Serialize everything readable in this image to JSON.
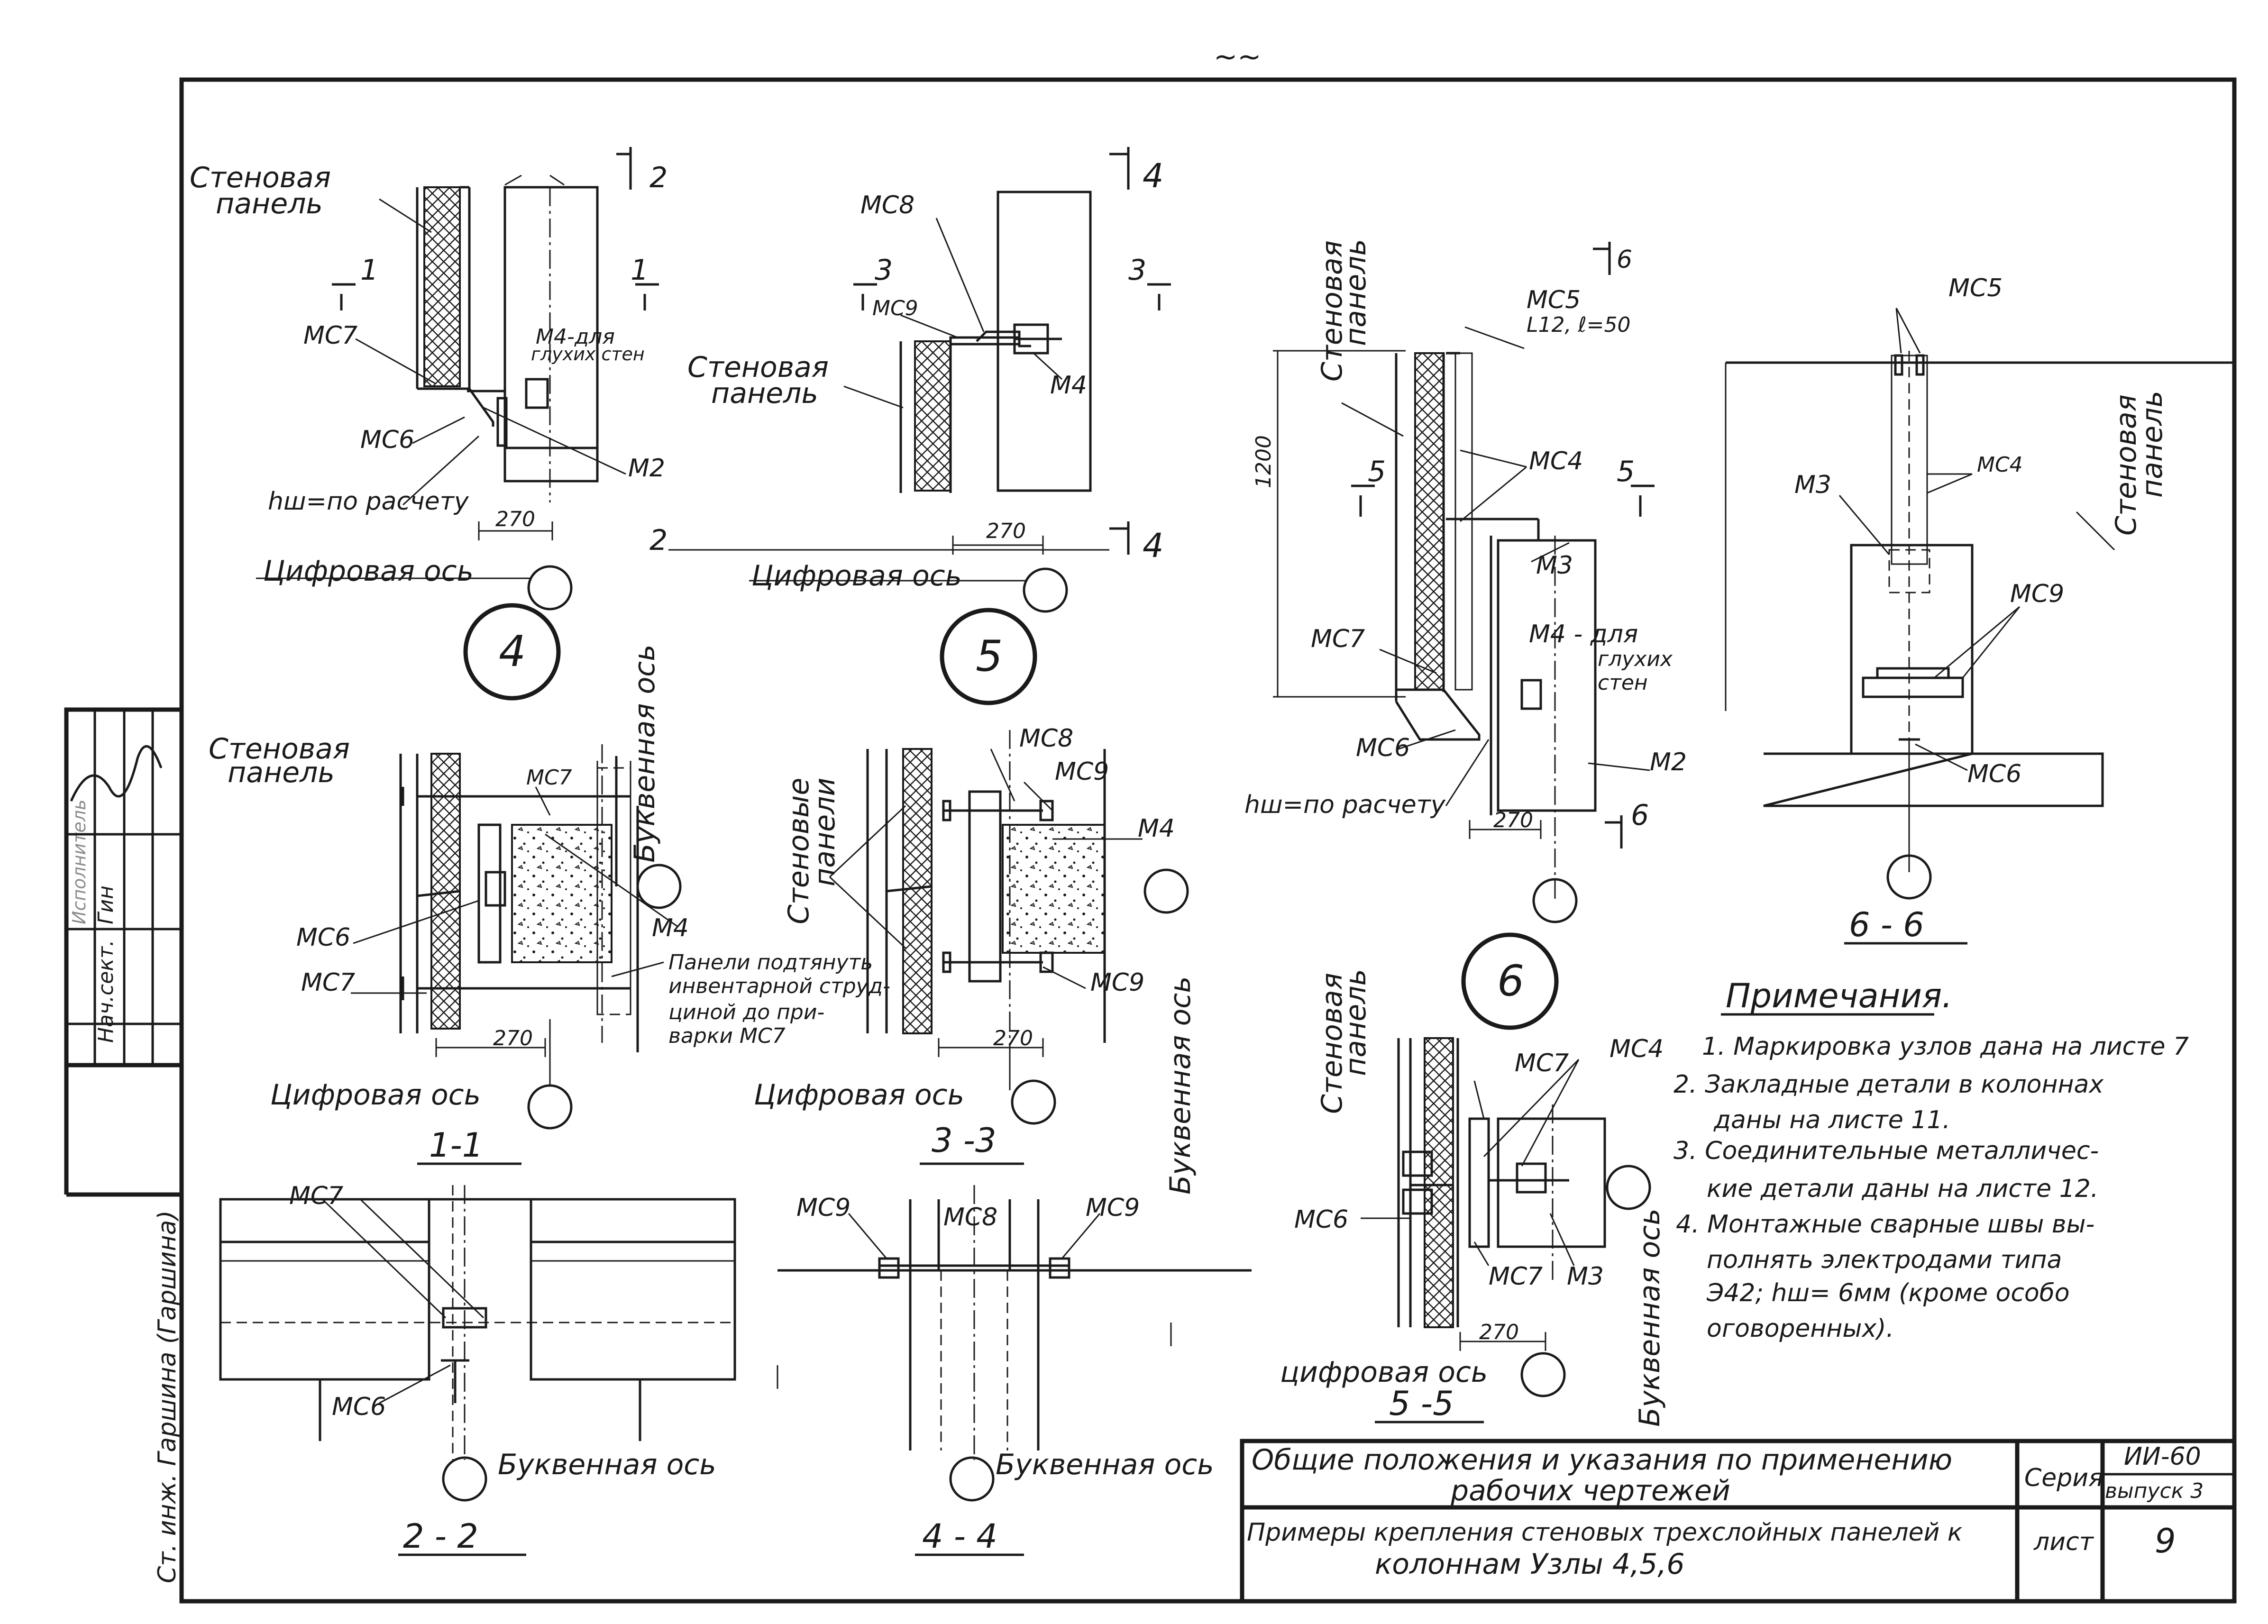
{
  "labels": {
    "wall_panel": "Стеновая панель",
    "wall_panel_l1": "Стеновая",
    "wall_panel_l2": "панель",
    "wall_panels_l1": "Стеновые",
    "wall_panels_l2": "панели",
    "digital_axis": "Цифровая ось",
    "digital_axis_lower": "цифровая ось",
    "letter_axis": "Буквенная ось",
    "hw_calc": "hш=по расчету",
    "m4_blind": "М4-для глухих стен",
    "m4_blind_l1": "М4-для",
    "m4_blind_l2": "глухих стен",
    "m4_b1": "М4 - для",
    "m4_b2": "глухих",
    "m4_b3": "стен",
    "mc5_spec": "L12, ℓ=50",
    "pull_note_1": "Панели подтянуть",
    "pull_note_2": "инвентарной струд-",
    "pull_note_3": "циной до при-",
    "pull_note_4": "варки МС7"
  },
  "marks": {
    "mc4": "МС4",
    "mc4b": "МС4",
    "mc5": "МС5",
    "mc6": "МС6",
    "mc7": "МС7",
    "mc8": "МС8",
    "mc9": "МС9",
    "m2": "М2",
    "m3": "М3",
    "m4": "М4"
  },
  "dims": {
    "d270": "270",
    "d1200": "1200"
  },
  "section_marks": {
    "s1": "1",
    "s2": "2",
    "s3": "3",
    "s4": "4",
    "s5": "5",
    "s6": "6"
  },
  "nodes": {
    "n4": "4",
    "n5": "5",
    "n6": "6"
  },
  "sections": {
    "sec11": "1-1",
    "sec22": "2 - 2",
    "sec33": "3 -3",
    "sec44": "4 - 4",
    "sec55": "5 -5",
    "sec66": "6 - 6"
  },
  "notes": {
    "title": "Примечания.",
    "items": [
      "1. Маркировка узлов дана на листе 7",
      "2. Закладные детали в колоннах",
      "даны на листе 11.",
      "3. Соединительные металличес-",
      "кие детали даны на листе 12.",
      "4. Монтажные сварные швы вы-",
      "полнять электродами типа",
      "Э42; hш= 6мм (кроме особо",
      "оговоренных)."
    ]
  },
  "title_block": {
    "row1": "Общие положения и указания по применению",
    "row1b": "рабочих чертежей",
    "row2": "Примеры крепления стеновых трехслойных панелей к",
    "row2b": "колоннам Узлы 4,5,6",
    "series_label": "Серия",
    "series_value": "ИИ-60",
    "issue_value": "выпуск 3",
    "sheet_label": "лист",
    "sheet_value": "9"
  },
  "side_stamp": {
    "nach_sect": "Нач.сект.",
    "gin": "Гин",
    "faint": "Исполнитель",
    "eng": "Ст. инж. Гаршина (Гаршина)"
  },
  "top_mark": "~~"
}
